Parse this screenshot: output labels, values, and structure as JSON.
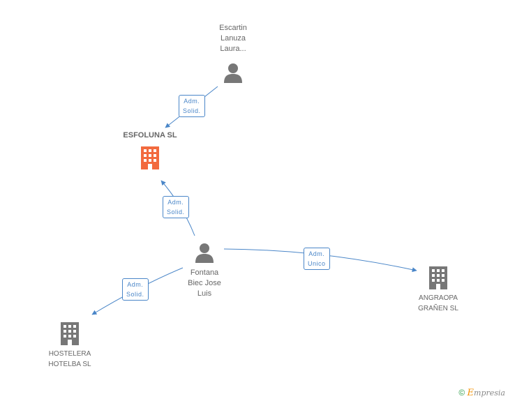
{
  "nodes": {
    "escartin": {
      "label": "Escartin\nLanuza\nLaura...",
      "icon": "person-icon"
    },
    "esfoluna": {
      "label": "ESFOLUNA SL",
      "icon": "building-icon",
      "color": "#f26a3e"
    },
    "fontana": {
      "label": "Fontana\nBiec Jose\nLuis",
      "icon": "person-icon"
    },
    "angraopa": {
      "label": "ANGRAOPA\nGRAÑEN SL",
      "icon": "building-icon"
    },
    "hostelera": {
      "label": "HOSTELERA\nHOTELBA SL",
      "icon": "building-icon"
    }
  },
  "edges": [
    {
      "from": "escartin",
      "to": "esfoluna",
      "label": "Adm.\nSolid."
    },
    {
      "from": "fontana",
      "to": "esfoluna",
      "label": "Adm.\nSolid."
    },
    {
      "from": "fontana",
      "to": "angraopa",
      "label": "Adm.\nUnico"
    },
    {
      "from": "fontana",
      "to": "hostelera",
      "label": "Adm.\nSolid."
    }
  ],
  "colors": {
    "edge": "#4a86c8",
    "icon": "#777777",
    "highlight": "#f26a3e"
  },
  "footer": {
    "copyright": "©",
    "brand_initial": "E",
    "brand_rest": "mpresia"
  }
}
